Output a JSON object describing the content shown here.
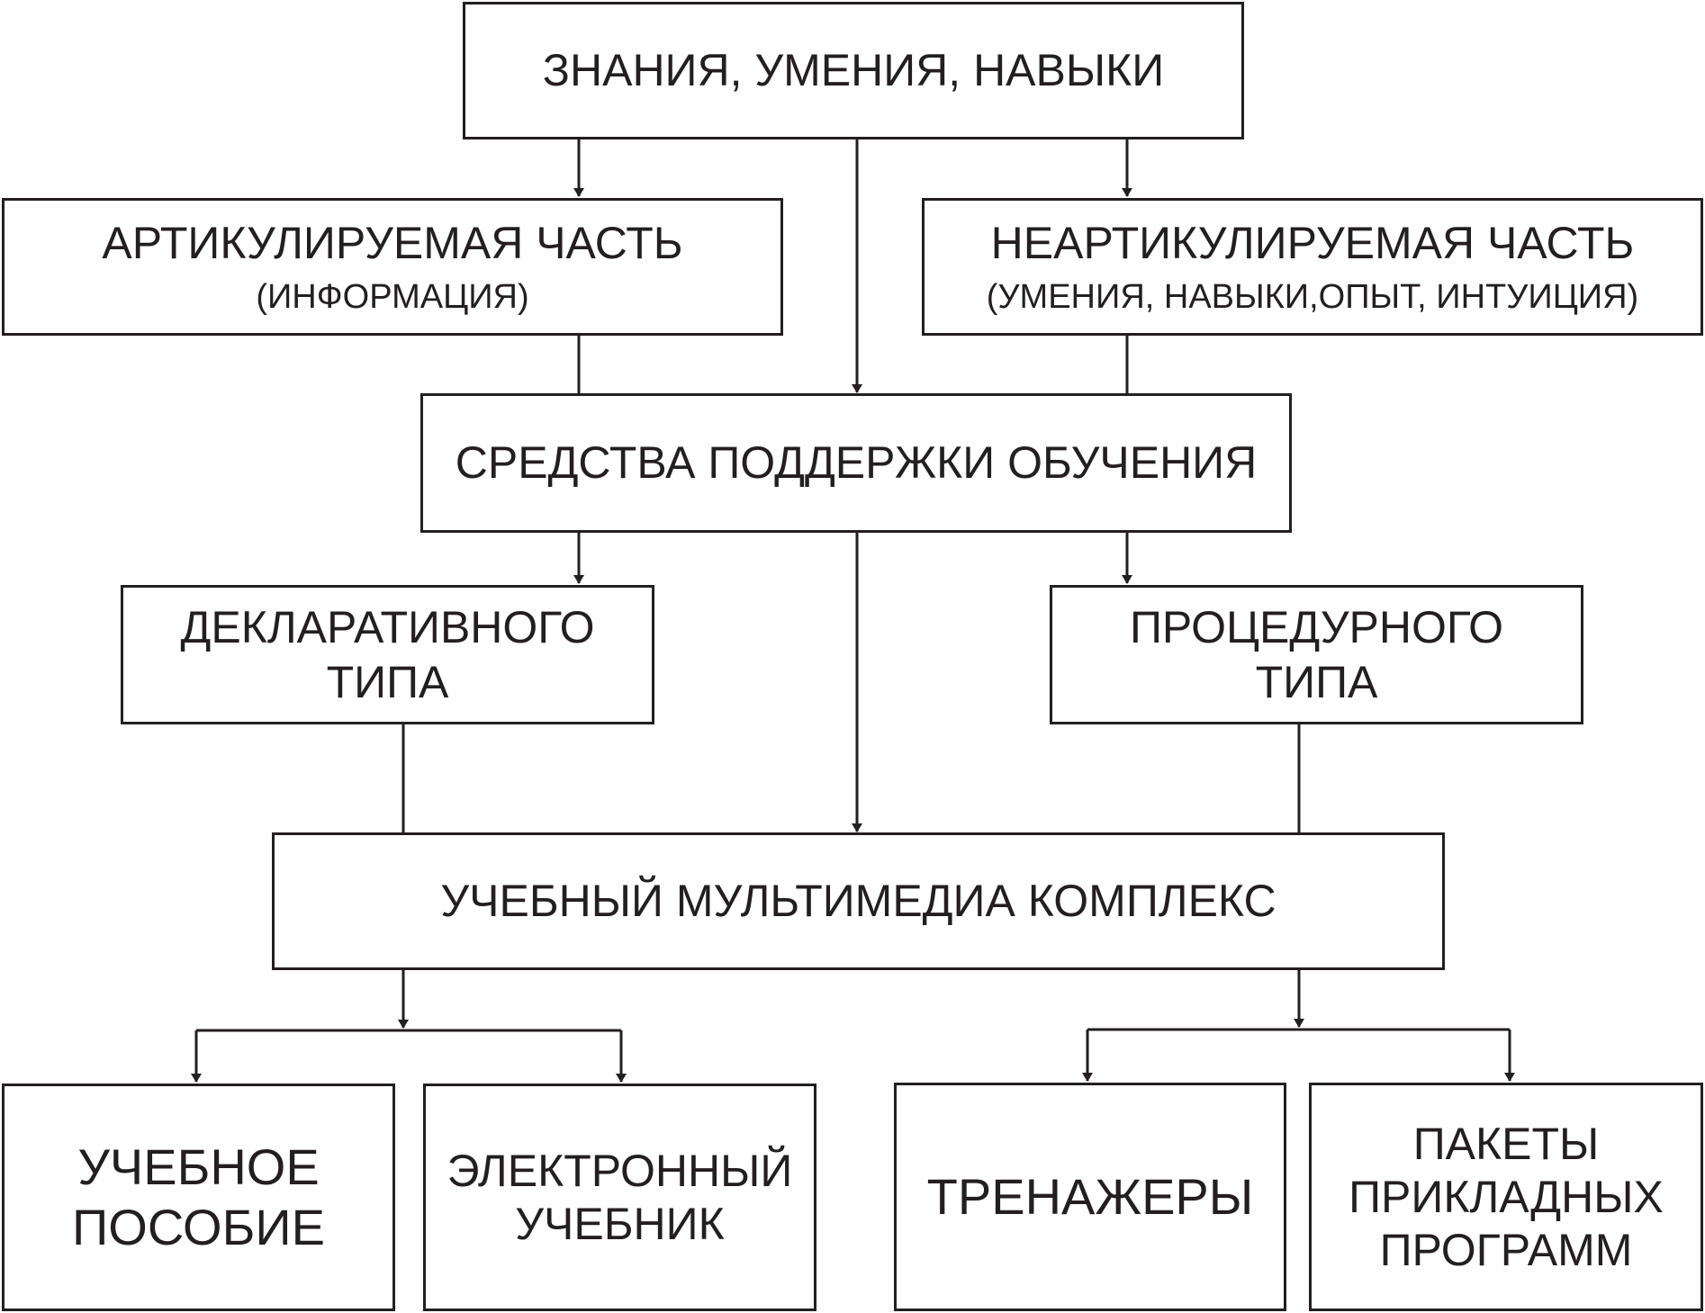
{
  "nodes": {
    "knowledge": {
      "lines": [
        "ЗНАНИЯ, УМЕНИЯ, НАВЫКИ"
      ]
    },
    "articulated": {
      "title": "АРТИКУЛИРУЕМАЯ ЧАСТЬ",
      "subtitle": "(ИНФОРМАЦИЯ)"
    },
    "non_articulated": {
      "title": "НЕАРТИКУЛИРУЕМАЯ ЧАСТЬ",
      "subtitle": "(УМЕНИЯ, НАВЫКИ,ОПЫТ, ИНТУИЦИЯ)"
    },
    "learning_support": {
      "lines": [
        "СРЕДСТВА ПОДДЕРЖКИ ОБУЧЕНИЯ"
      ]
    },
    "declarative": {
      "lines": [
        "ДЕКЛАРАТИВНОГО",
        "ТИПА"
      ]
    },
    "procedural": {
      "lines": [
        "ПРОЦЕДУРНОГО",
        "ТИПА"
      ]
    },
    "multimedia_complex": {
      "lines": [
        "УЧЕБНЫЙ МУЛЬТИМЕДИА КОМПЛЕКС"
      ]
    },
    "textbook_manual": {
      "lines": [
        "УЧЕБНОЕ",
        "ПОСОБИЕ"
      ]
    },
    "electronic_textbook": {
      "lines": [
        "ЭЛЕКТРОННЫЙ",
        "УЧЕБНИК"
      ]
    },
    "simulators": {
      "lines": [
        "ТРЕНАЖЕРЫ"
      ]
    },
    "software_packages": {
      "lines": [
        "ПАКЕТЫ",
        "ПРИКЛАДНЫХ",
        "ПРОГРАММ"
      ]
    }
  },
  "colors": {
    "stroke": "#231f20",
    "background": "#ffffff"
  }
}
